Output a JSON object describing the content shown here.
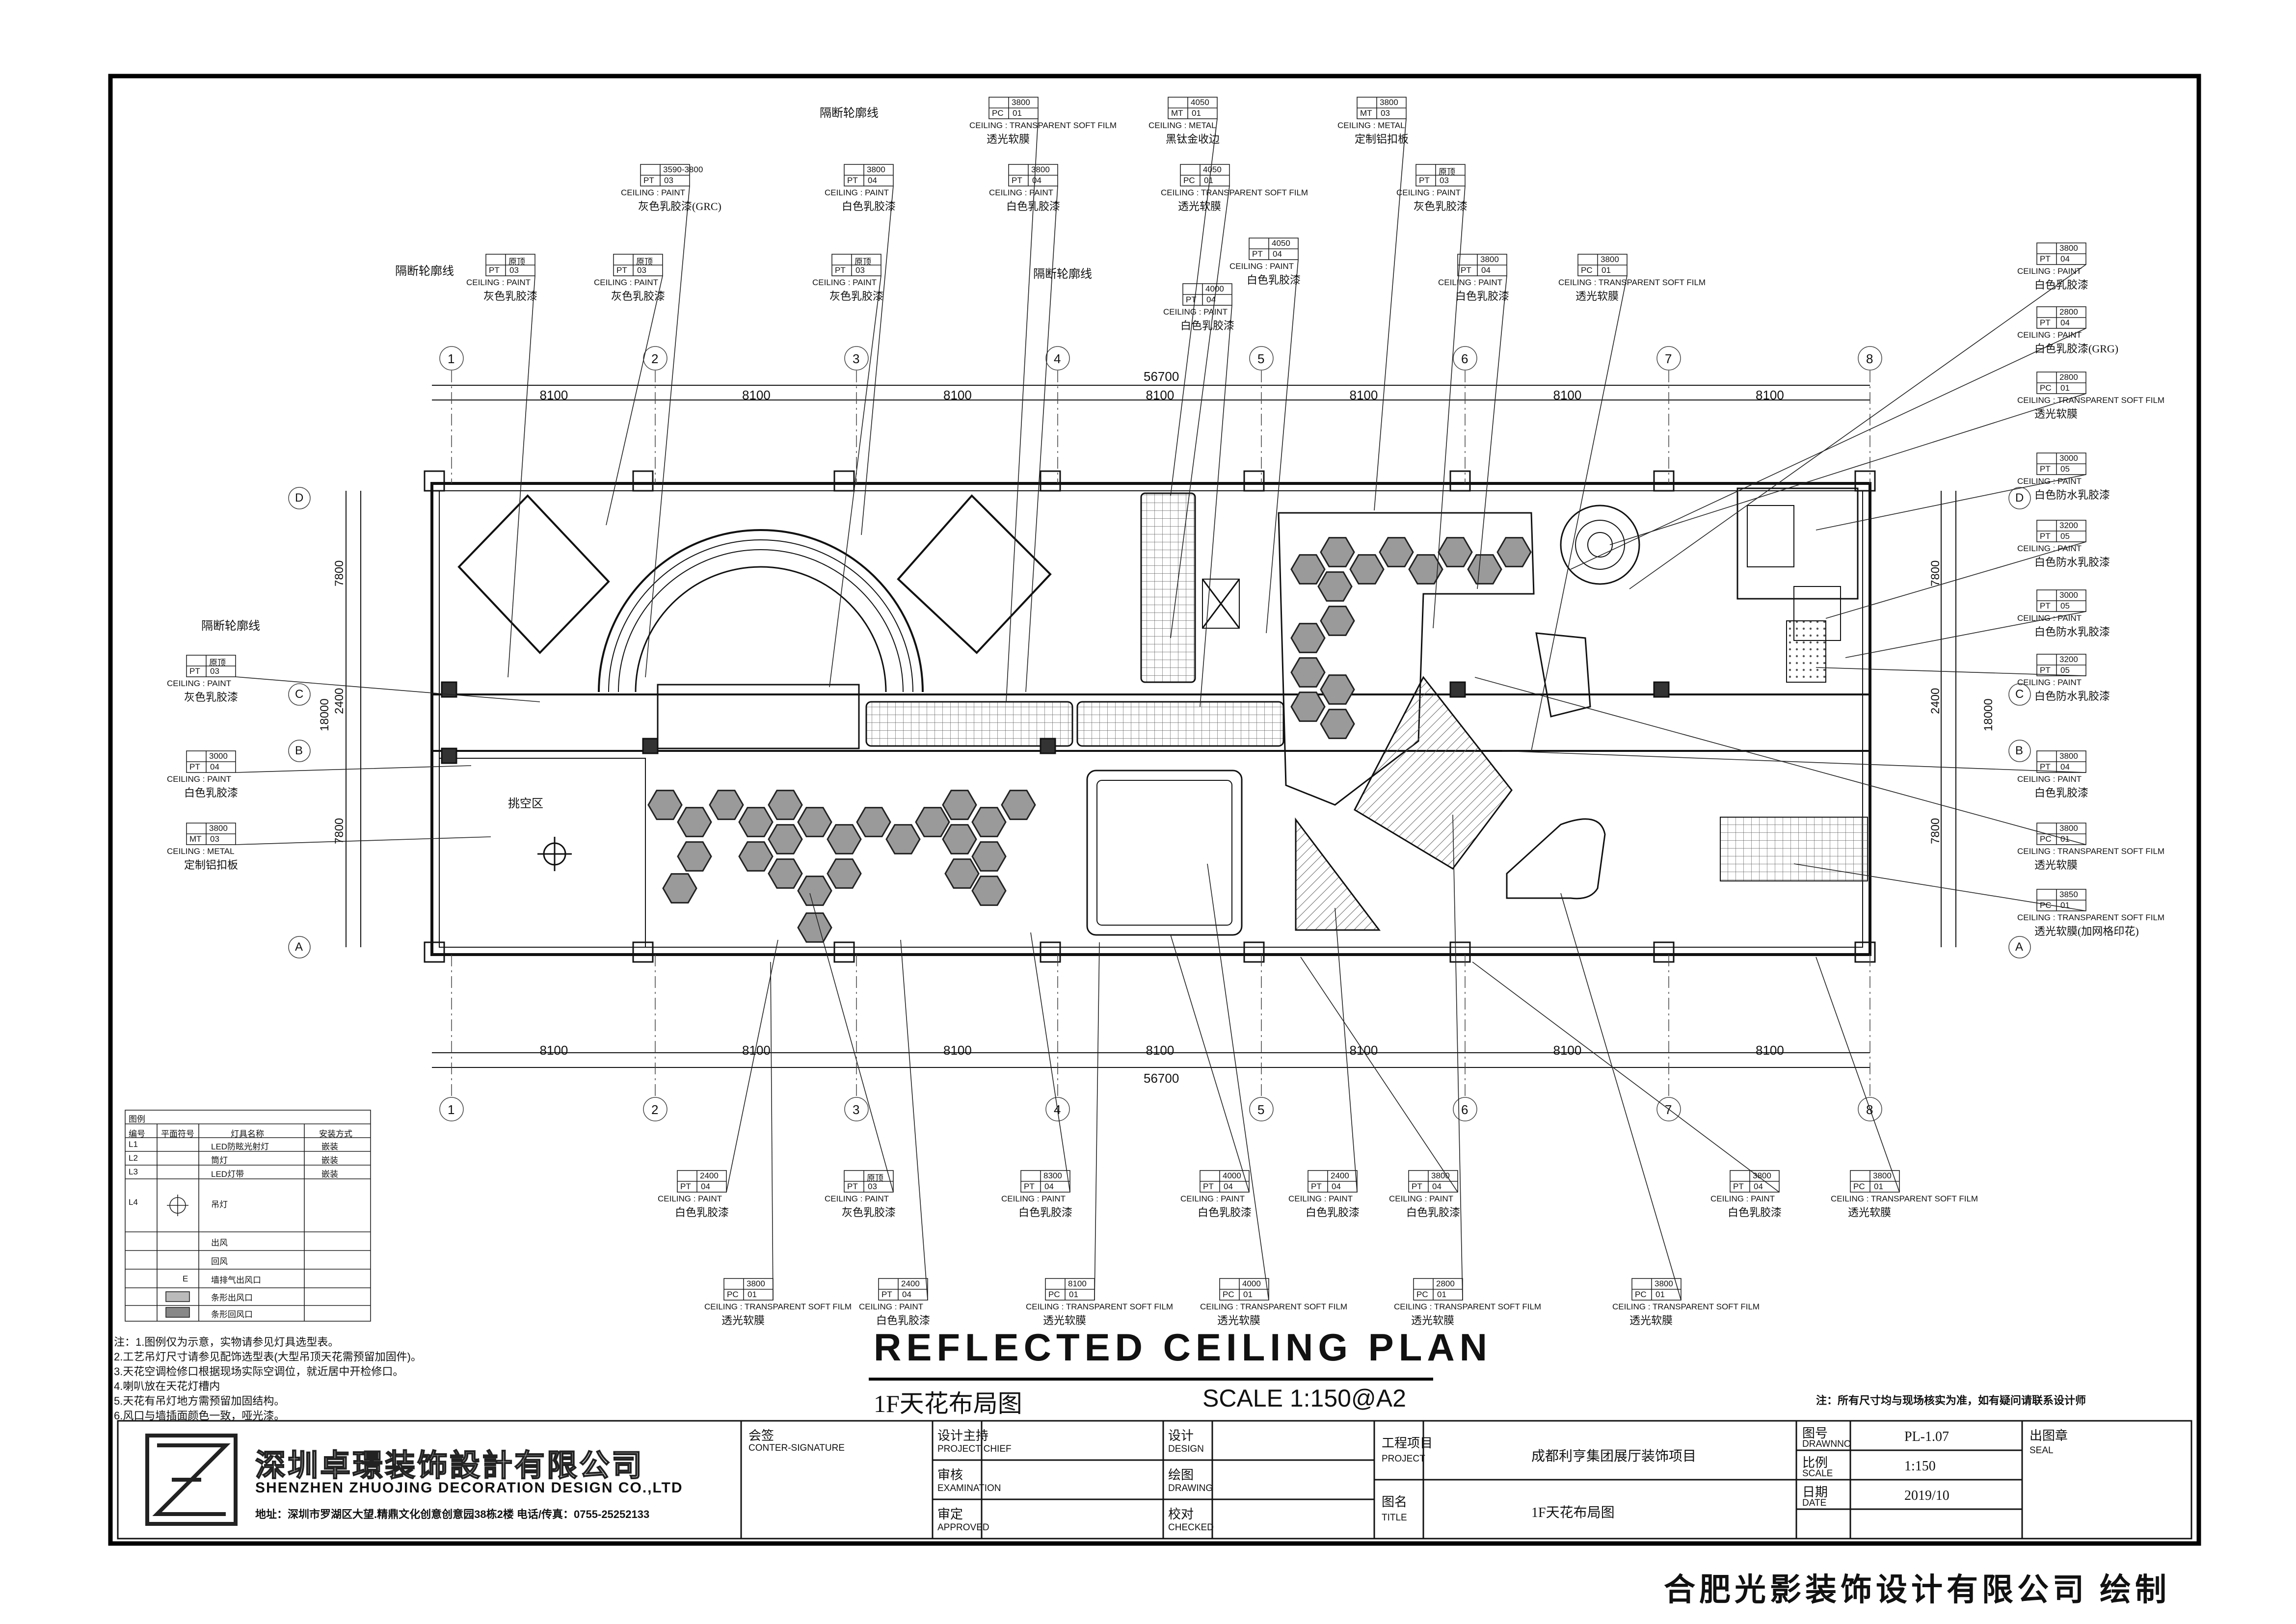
{
  "drawing": {
    "title_en": "REFLECTED CEILING PLAN",
    "title_cn": "1F天花布局图",
    "scale": "SCALE 1:150@A2",
    "note_right": "注：所有尺寸均与现场核实为准，如有疑问请联系设计师",
    "bottom_credit": "合肥光影装饰设计有限公司 绘制"
  },
  "dimensions": {
    "total": "56700",
    "bay": "8100",
    "rows_left": [
      "7800",
      "2400",
      "7800"
    ],
    "total_height": "18000"
  },
  "grid": {
    "columns": [
      "1",
      "2",
      "3",
      "4",
      "5",
      "6",
      "7",
      "8"
    ],
    "rows": [
      "D",
      "C",
      "B",
      "A"
    ]
  },
  "labels": {
    "partition": "隔断轮廓线",
    "void": "挑空区"
  },
  "tags": [
    {
      "ch": "3800",
      "code": "PC",
      "num": "01",
      "spec": "CEILING : TRANSPARENT SOFT FILM",
      "name": "透光软膜"
    },
    {
      "ch": "4050",
      "code": "MT",
      "num": "01",
      "spec": "CEILING : METAL",
      "name": "黑钛金收边"
    },
    {
      "ch": "3800",
      "code": "MT",
      "num": "03",
      "spec": "CEILING : METAL",
      "name": "定制铝扣板"
    },
    {
      "ch": "3590-3800",
      "code": "PT",
      "num": "03",
      "spec": "CEILING : PAINT",
      "name": "灰色乳胶漆(GRC)"
    },
    {
      "ch": "3800",
      "code": "PT",
      "num": "04",
      "spec": "CEILING : PAINT",
      "name": "白色乳胶漆"
    },
    {
      "ch": "3800",
      "code": "PT",
      "num": "04",
      "spec": "CEILING : PAINT",
      "name": "白色乳胶漆"
    },
    {
      "ch": "4050",
      "code": "PC",
      "num": "01",
      "spec": "CEILING : TRANSPARENT SOFT FILM",
      "name": "透光软膜"
    },
    {
      "ch": "原顶",
      "code": "PT",
      "num": "03",
      "spec": "CEILING : PAINT",
      "name": "灰色乳胶漆"
    },
    {
      "ch": "4050",
      "code": "PT",
      "num": "04",
      "spec": "CEILING : PAINT",
      "name": "白色乳胶漆"
    },
    {
      "ch": "原顶",
      "code": "PT",
      "num": "03",
      "spec": "CEILING : PAINT",
      "name": "灰色乳胶漆"
    },
    {
      "ch": "原顶",
      "code": "PT",
      "num": "03",
      "spec": "CEILING : PAINT",
      "name": "灰色乳胶漆"
    },
    {
      "ch": "原顶",
      "code": "PT",
      "num": "03",
      "spec": "CEILING : PAINT",
      "name": "灰色乳胶漆"
    },
    {
      "ch": "4000",
      "code": "PT",
      "num": "04",
      "spec": "CEILING : PAINT",
      "name": "白色乳胶漆"
    },
    {
      "ch": "3800",
      "code": "PT",
      "num": "04",
      "spec": "CEILING : PAINT",
      "name": "白色乳胶漆"
    },
    {
      "ch": "3800",
      "code": "PC",
      "num": "01",
      "spec": "CEILING : TRANSPARENT SOFT FILM",
      "name": "透光软膜"
    },
    {
      "ch": "3800",
      "code": "PT",
      "num": "04",
      "spec": "CEILING : PAINT",
      "name": "白色乳胶漆"
    },
    {
      "ch": "2800",
      "code": "PT",
      "num": "04",
      "spec": "CEILING : PAINT",
      "name": "白色乳胶漆(GRG)"
    },
    {
      "ch": "2800",
      "code": "PC",
      "num": "01",
      "spec": "CEILING : TRANSPARENT SOFT FILM",
      "name": "透光软膜"
    },
    {
      "ch": "3000",
      "code": "PT",
      "num": "05",
      "spec": "CEILING : PAINT",
      "name": "白色防水乳胶漆"
    },
    {
      "ch": "3200",
      "code": "PT",
      "num": "05",
      "spec": "CEILING : PAINT",
      "name": "白色防水乳胶漆"
    },
    {
      "ch": "3000",
      "code": "PT",
      "num": "05",
      "spec": "CEILING : PAINT",
      "name": "白色防水乳胶漆"
    },
    {
      "ch": "3200",
      "code": "PT",
      "num": "05",
      "spec": "CEILING : PAINT",
      "name": "白色防水乳胶漆"
    },
    {
      "ch": "3800",
      "code": "PT",
      "num": "04",
      "spec": "CEILING : PAINT",
      "name": "白色乳胶漆"
    },
    {
      "ch": "3800",
      "code": "PC",
      "num": "01",
      "spec": "CEILING : TRANSPARENT SOFT FILM",
      "name": "透光软膜"
    },
    {
      "ch": "3850",
      "code": "PC",
      "num": "01",
      "spec": "CEILING : TRANSPARENT SOFT FILM",
      "name": "透光软膜(加网格印花)"
    },
    {
      "ch": "原顶",
      "code": "PT",
      "num": "03",
      "spec": "CEILING : PAINT",
      "name": "灰色乳胶漆"
    },
    {
      "ch": "3000",
      "code": "PT",
      "num": "04",
      "spec": "CEILING : PAINT",
      "name": "白色乳胶漆"
    },
    {
      "ch": "3800",
      "code": "MT",
      "num": "03",
      "spec": "CEILING : METAL",
      "name": "定制铝扣板"
    },
    {
      "ch": "2400",
      "code": "PT",
      "num": "04",
      "spec": "CEILING : PAINT",
      "name": "白色乳胶漆"
    },
    {
      "ch": "原顶",
      "code": "PT",
      "num": "03",
      "spec": "CEILING : PAINT",
      "name": "灰色乳胶漆"
    },
    {
      "ch": "8300",
      "code": "PT",
      "num": "04",
      "spec": "CEILING : PAINT",
      "name": "白色乳胶漆"
    },
    {
      "ch": "4000",
      "code": "PT",
      "num": "04",
      "spec": "CEILING : PAINT",
      "name": "白色乳胶漆"
    },
    {
      "ch": "2400",
      "code": "PT",
      "num": "04",
      "spec": "CEILING : PAINT",
      "name": "白色乳胶漆"
    },
    {
      "ch": "3800",
      "code": "PT",
      "num": "04",
      "spec": "CEILING : PAINT",
      "name": "白色乳胶漆"
    },
    {
      "ch": "3800",
      "code": "PT",
      "num": "04",
      "spec": "CEILING : PAINT",
      "name": "白色乳胶漆"
    },
    {
      "ch": "3800",
      "code": "PC",
      "num": "01",
      "spec": "CEILING : TRANSPARENT SOFT FILM",
      "name": "透光软膜"
    },
    {
      "ch": "3800",
      "code": "PC",
      "num": "01",
      "spec": "CEILING : TRANSPARENT SOFT FILM",
      "name": "透光软膜"
    },
    {
      "ch": "2400",
      "code": "PT",
      "num": "04",
      "spec": "CEILING : PAINT",
      "name": "白色乳胶漆"
    },
    {
      "ch": "8100",
      "code": "PC",
      "num": "01",
      "spec": "CEILING : TRANSPARENT SOFT FILM",
      "name": "透光软膜"
    },
    {
      "ch": "4000",
      "code": "PC",
      "num": "01",
      "spec": "CEILING : TRANSPARENT SOFT FILM",
      "name": "透光软膜"
    },
    {
      "ch": "2800",
      "code": "PC",
      "num": "01",
      "spec": "CEILING : TRANSPARENT SOFT FILM",
      "name": "透光软膜"
    },
    {
      "ch": "3800",
      "code": "PC",
      "num": "01",
      "spec": "CEILING : TRANSPARENT SOFT FILM",
      "name": "透光软膜"
    }
  ],
  "legend": {
    "title": "图例",
    "headers": [
      "编号",
      "平面符号",
      "灯具名称",
      "安装方式"
    ],
    "rows": [
      {
        "code": "L1",
        "name": "LED防眩光射灯",
        "mount": "嵌装"
      },
      {
        "code": "L2",
        "name": "筒灯",
        "mount": "嵌装"
      },
      {
        "code": "L3",
        "name": "LED灯带",
        "mount": "嵌装"
      },
      {
        "code": "L4",
        "name": "吊灯",
        "mount": ""
      },
      {
        "code": "",
        "name": "出风",
        "mount": ""
      },
      {
        "code": "",
        "name": "回风",
        "mount": ""
      },
      {
        "code": "",
        "name": "墙排气出风口",
        "mount": ""
      },
      {
        "code": "",
        "name": "条形出风口",
        "mount": ""
      },
      {
        "code": "",
        "name": "条形回风口",
        "mount": ""
      }
    ],
    "symbol_e": "E"
  },
  "notes": [
    "注：1.图例仅为示意，实物请参见灯具选型表。",
    "2.工艺吊灯尺寸请参见配饰选型表(大型吊顶天花需预留加固件)。",
    "3.天花空调检修口根据现场实际空调位，就近居中开检修口。",
    "4.喇叭放在天花灯槽内",
    "5.天花有吊灯地方需预留加固结构。",
    "6.风口与墙插面颜色一致，哑光漆。"
  ],
  "company": {
    "name_cn": "深圳卓璟装饰設計有限公司",
    "name_en": "SHENZHEN ZHUOJING DECORATION DESIGN CO.,LTD",
    "address": "地址：深圳市罗湖区大望.精鼎文化创意创意园38栋2楼   电话/传真：0755-25252133"
  },
  "title_block": {
    "countersign_cn": "会签",
    "countersign_en": "CONTER-SIGNATURE",
    "project_chief_cn": "设计主持",
    "project_chief_en": "PROJECT CHIEF",
    "examination_cn": "审核",
    "examination_en": "EXAMINATION",
    "approved_cn": "审定",
    "approved_en": "APPROVED",
    "design_cn": "设计",
    "design_en": "DESIGN",
    "drawing_cn": "绘图",
    "drawing_en": "DRAWING",
    "checked_cn": "校对",
    "checked_en": "CHECKED",
    "project_cn": "工程项目",
    "project_en": "PROJECT",
    "project_value": "成都利亨集团展厅装饰项目",
    "title_cn": "图名",
    "title_en": "TITLE",
    "title_value": "1F天花布局图",
    "drawno_cn": "图号",
    "drawno_en": "DRAWNNO",
    "drawno_value": "PL-1.07",
    "scale_cn": "比例",
    "scale_en": "SCALE",
    "scale_value": "1:150",
    "date_cn": "日期",
    "date_en": "DATE",
    "date_value": "2019/10",
    "seal_cn": "出图章",
    "seal_en": "SEAL"
  },
  "colors": {
    "line": "#111111",
    "hatch": "#777777",
    "hex_fill": "#9a9a9a"
  }
}
